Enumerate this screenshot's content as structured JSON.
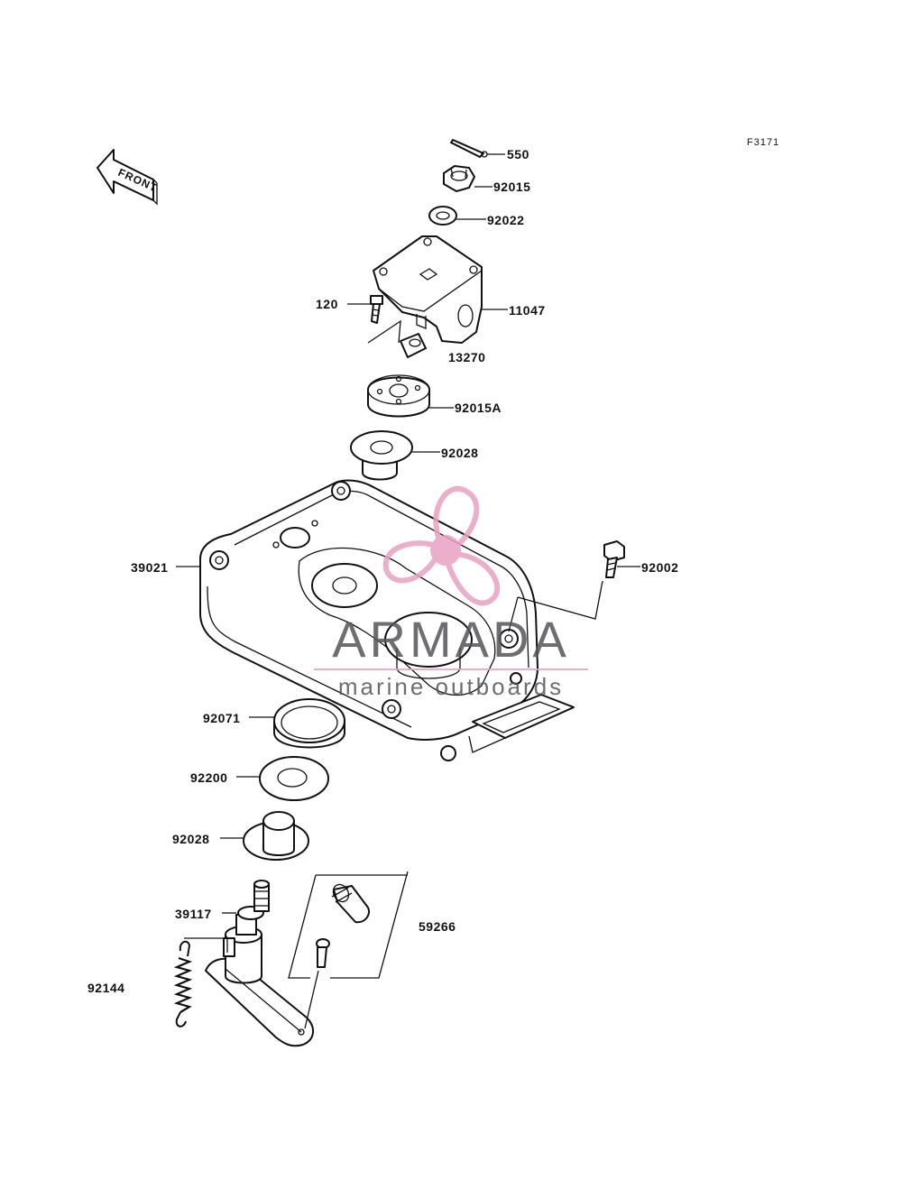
{
  "diagram_code": "F3171",
  "front_arrow_text": "FRONT",
  "parts": {
    "p550": "550",
    "p92015": "92015",
    "p92022": "92022",
    "p11047": "11047",
    "p120": "120",
    "p13270": "13270",
    "p92015A": "92015A",
    "p92028a": "92028",
    "p39021": "39021",
    "p92002": "92002",
    "p92071": "92071",
    "p92200": "92200",
    "p92028b": "92028",
    "p39117": "39117",
    "p59266": "59266",
    "p92144": "92144"
  },
  "watermark": {
    "brand": "ARMADA",
    "tagline": "marine outboards",
    "color_pink": "#e9a2c2",
    "color_gray": "#55555a"
  }
}
